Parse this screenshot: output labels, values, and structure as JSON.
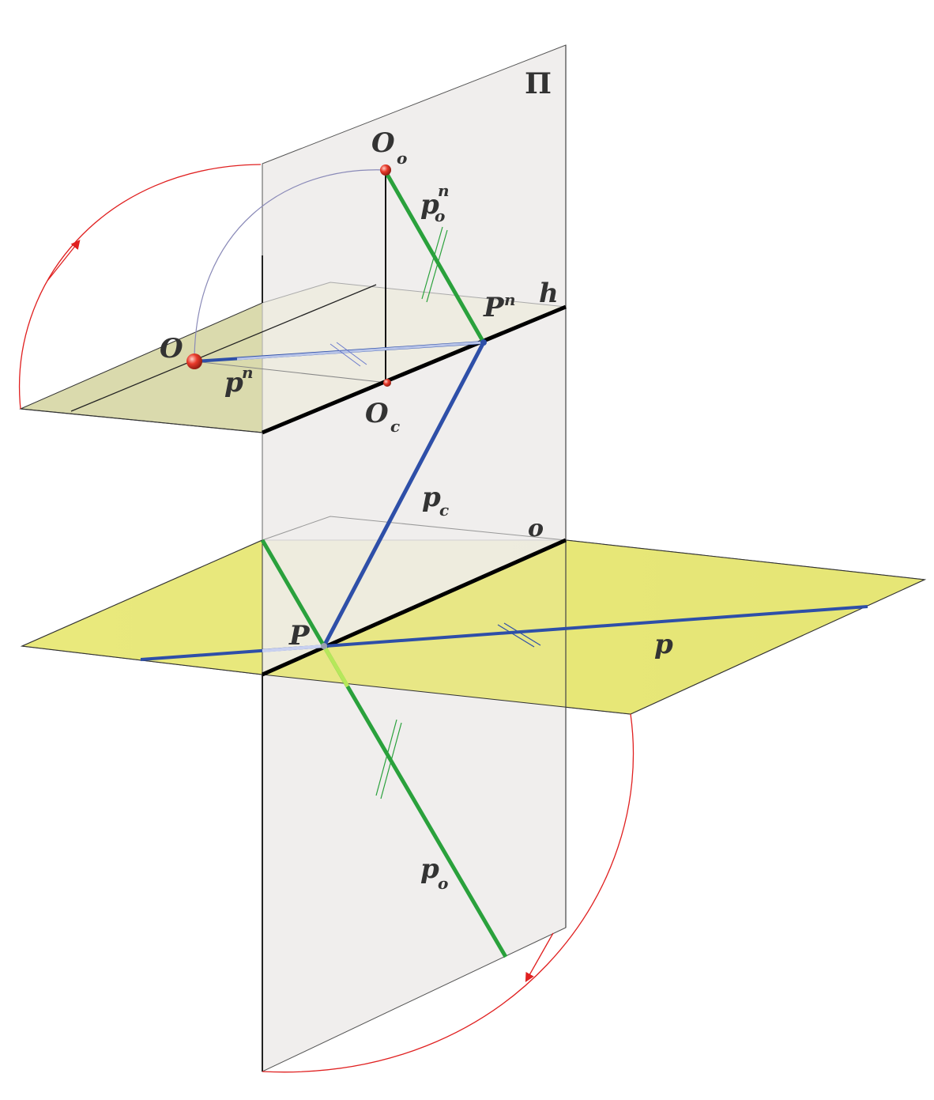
{
  "labels": {
    "plane": "Π",
    "point_O_o": "O",
    "point_O_o_sub": "o",
    "segment_p_o_n": "p",
    "segment_p_o_n_sub": "o",
    "segment_p_o_n_sup": "n",
    "point_P_n": "P",
    "point_P_n_sup": "n",
    "line_h": "h",
    "point_O": "O",
    "segment_p_n": "p",
    "segment_p_n_sup": "n",
    "point_O_c": "O",
    "point_O_c_sub": "c",
    "segment_p_c": "p",
    "segment_p_c_sub": "c",
    "line_o": "o",
    "point_P": "P",
    "line_p": "p",
    "segment_p_o": "p",
    "segment_p_o_sub": "o"
  },
  "colors": {
    "vertical_plane": "#eeecea",
    "upper_plane": "#d6d6a4",
    "lower_plane": "#e8e87a",
    "blue_line": "#2e4fa8",
    "green_line": "#2aa13c",
    "rotation_arc": "#e02020",
    "guide_arc": "#8a8ab8"
  }
}
